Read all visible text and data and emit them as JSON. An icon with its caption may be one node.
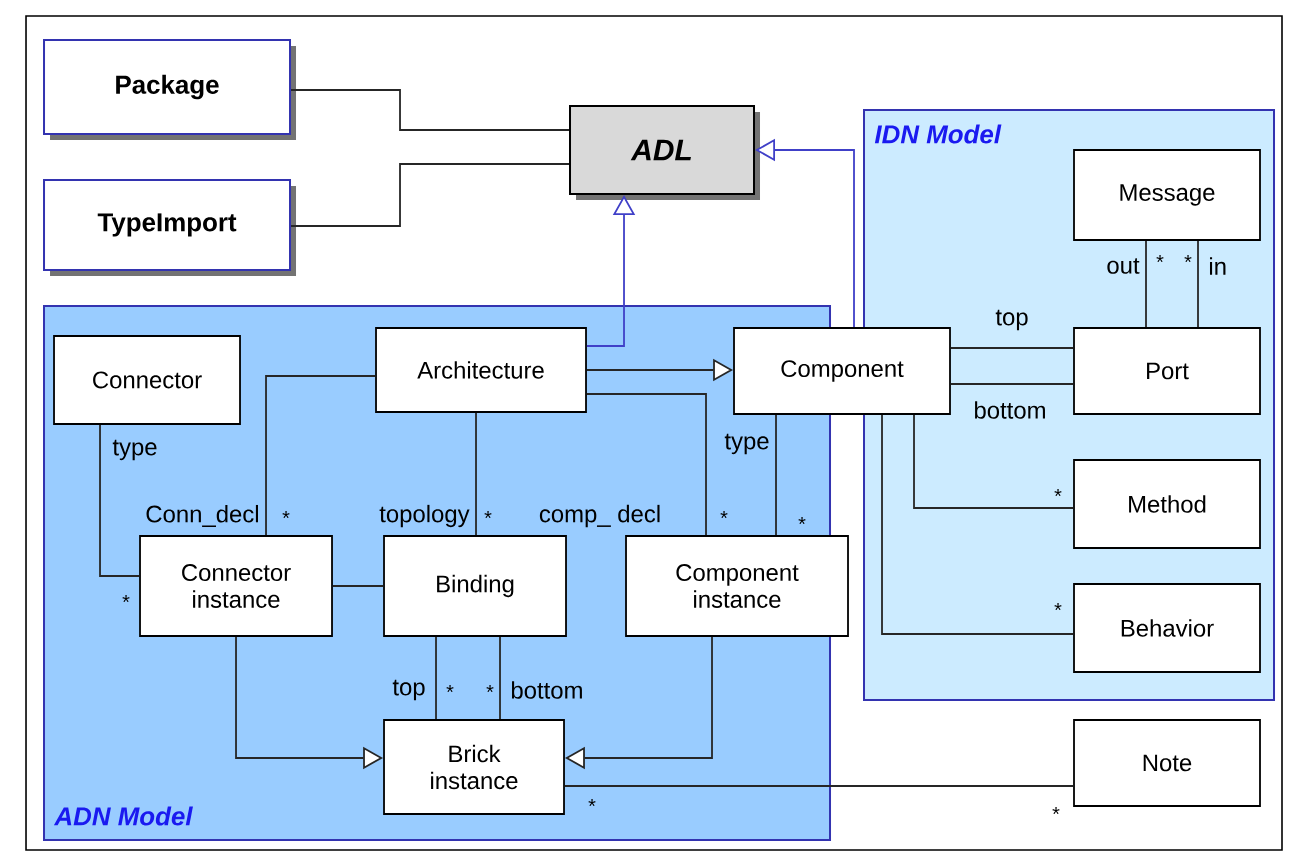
{
  "diagram": {
    "nodes": [
      {
        "text": [
          "Package"
        ]
      },
      {
        "text": [
          "TypeImport"
        ]
      },
      {
        "text": [
          "ADL"
        ]
      },
      {
        "text": [
          "ADN Model"
        ]
      },
      {
        "text": [
          "IDN Model"
        ]
      },
      {
        "text": [
          "Connector"
        ],
        "in": 3
      },
      {
        "text": [
          "Architecture"
        ],
        "in": 3
      },
      {
        "text": [
          "Component"
        ]
      },
      {
        "text": [
          "Connector instance"
        ],
        "in": 3
      },
      {
        "text": [
          "Binding"
        ],
        "in": 3
      },
      {
        "text": [
          "Component instance"
        ]
      },
      {
        "text": [
          "Brick instance"
        ],
        "in": 3
      },
      {
        "text": [
          "Message"
        ],
        "in": 4
      },
      {
        "text": [
          "Port"
        ],
        "in": 4
      },
      {
        "text": [
          "Method"
        ],
        "in": 4
      },
      {
        "text": [
          "Behavior"
        ],
        "in": 4
      },
      {
        "text": [
          "Note"
        ]
      }
    ],
    "edges": [
      {
        "from": 0,
        "to": 2,
        "arrow": "none"
      },
      {
        "from": 1,
        "to": 2,
        "arrow": "none"
      },
      {
        "from": 6,
        "to": 2,
        "arrow": "to",
        "color": "#4040c8"
      },
      {
        "from": 7,
        "to": 2,
        "arrow": "to",
        "color": "#4040c8"
      },
      {
        "from": 6,
        "to": 7,
        "arrow": "to"
      },
      {
        "from": 6,
        "to": 8,
        "arrow": "none",
        "label": "Conn_decl"
      },
      {
        "from": 6,
        "to": 9,
        "arrow": "none",
        "label": "topology"
      },
      {
        "from": 6,
        "to": 10,
        "arrow": "none",
        "label": "comp_ decl"
      },
      {
        "from": 7,
        "to": 10,
        "arrow": "none",
        "label": "type"
      },
      {
        "from": 5,
        "to": 8,
        "arrow": "none",
        "label": "type"
      },
      {
        "from": 8,
        "to": 9,
        "arrow": "none"
      },
      {
        "from": 9,
        "to": 11,
        "arrow": "none",
        "label": "top"
      },
      {
        "from": 9,
        "to": 11,
        "arrow": "none",
        "label": "bottom"
      },
      {
        "from": 8,
        "to": 11,
        "arrow": "to"
      },
      {
        "from": 10,
        "to": 11,
        "arrow": "to"
      },
      {
        "from": 11,
        "to": 16,
        "arrow": "none"
      },
      {
        "from": 7,
        "to": 13,
        "arrow": "none",
        "label": "top"
      },
      {
        "from": 7,
        "to": 13,
        "arrow": "none",
        "label": "bottom"
      },
      {
        "from": 7,
        "to": 14,
        "arrow": "none"
      },
      {
        "from": 7,
        "to": 15,
        "arrow": "none"
      },
      {
        "from": 12,
        "to": 13,
        "arrow": "none",
        "label": "out"
      },
      {
        "from": 12,
        "to": 13,
        "arrow": "none",
        "label": "in"
      }
    ],
    "labels": [
      "*",
      "*",
      "*",
      "*",
      "*",
      "*",
      "*",
      "*",
      "*",
      "*",
      "*",
      "*",
      "*"
    ]
  }
}
